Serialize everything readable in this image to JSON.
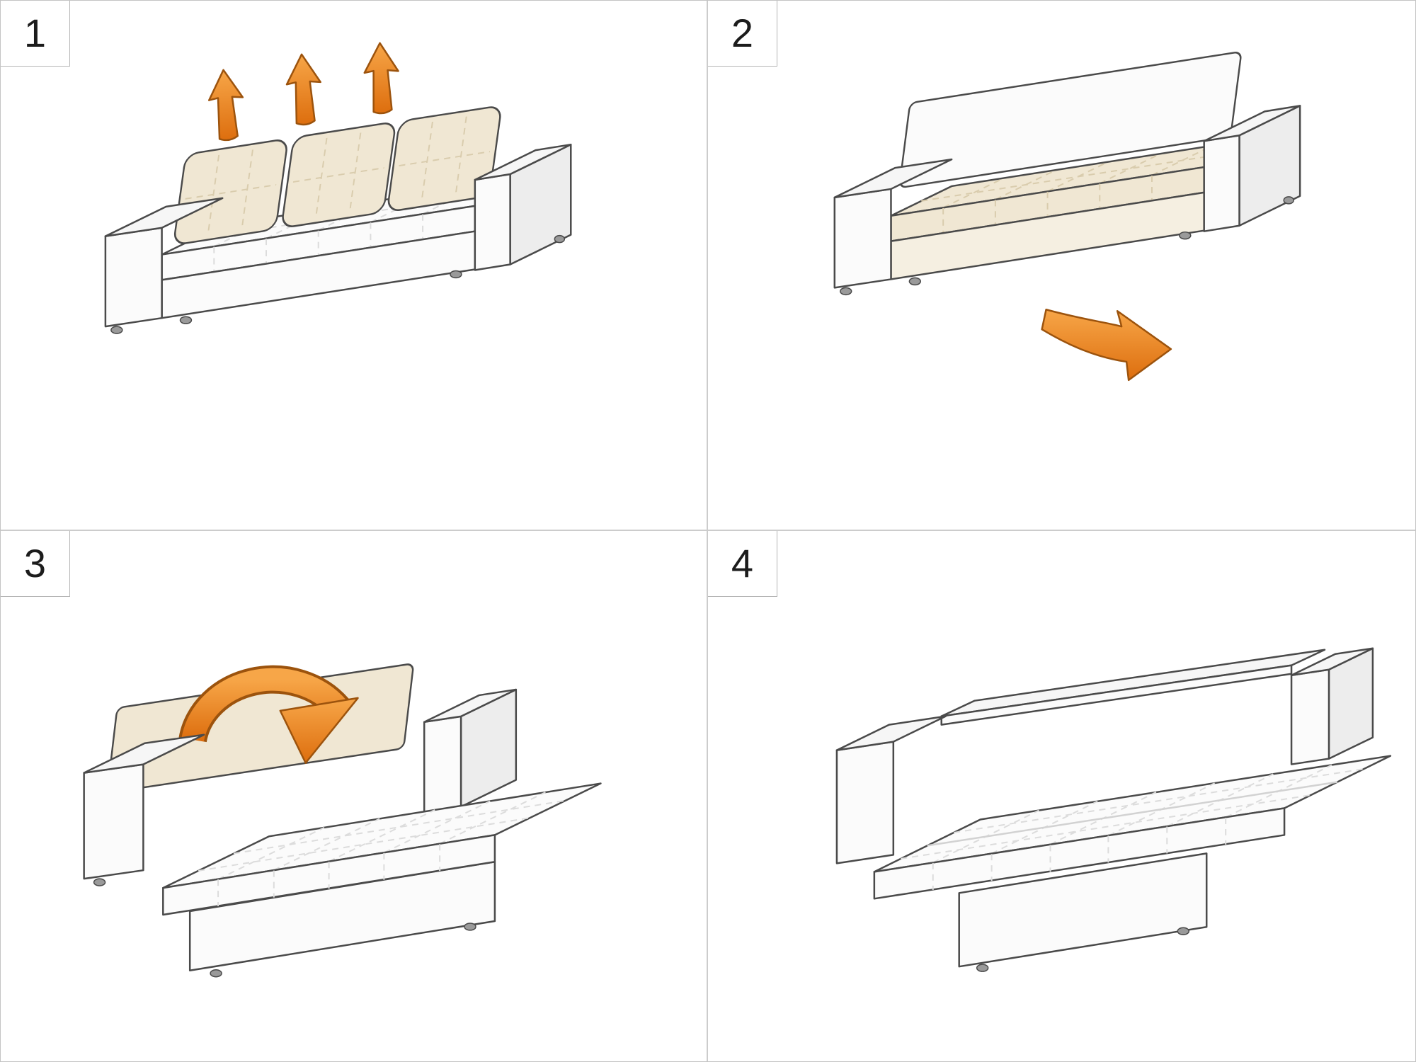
{
  "figure": {
    "kind": "instruction-diagram",
    "subject": "sofa-bed conversion steps",
    "layout": "2x2-grid",
    "panel_count": 4
  },
  "colors": {
    "background": "#ffffff",
    "divider": "#cccccc",
    "outline": "#4a4a4a",
    "sofa_white": "#fbfbfb",
    "sofa_shade": "#ededed",
    "cushion_beige": "#f0e7d3",
    "cushion_stitch": "#d9ccad",
    "arrow_orange_light": "#f7a648",
    "arrow_orange_dark": "#dd6e0e",
    "arrow_outline": "#9c530d"
  },
  "steps": [
    {
      "number": "1",
      "illustration": "sofa-with-back-cushions",
      "action_icon": "three-up-arrows"
    },
    {
      "number": "2",
      "illustration": "sofa-cushions-removed",
      "action_icon": "pull-out-arrow"
    },
    {
      "number": "3",
      "illustration": "sofa-seat-pulled-out",
      "action_icon": "fold-over-arrow"
    },
    {
      "number": "4",
      "illustration": "flat-bed",
      "action_icon": "none"
    }
  ]
}
